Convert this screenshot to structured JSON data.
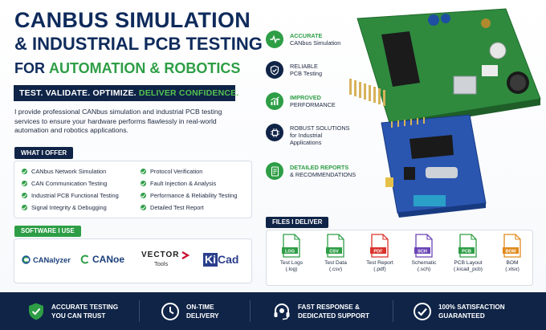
{
  "headline": {
    "line1": "CANBUS SIMULATION",
    "line2": "& INDUSTRIAL PCB TESTING",
    "line3_prefix": "FOR",
    "line3_accent": "AUTOMATION & ROBOTICS"
  },
  "banner": {
    "white": "TEST. VALIDATE. OPTIMIZE.",
    "green": "DELIVER CONFIDENCE."
  },
  "intro": "I provide professional CANbus simulation and industrial PCB testing services to ensure your hardware performs flawlessly in real-world automation and robotics applications.",
  "offer": {
    "title": "WHAT I OFFER",
    "left": [
      "CANbus Network Simulation",
      "CAN Communication Testing",
      "Industrial PCB Functional Testing",
      "Signal Integrity & Debugging"
    ],
    "right": [
      "Protocol Verification",
      "Fault Injection & Analysis",
      "Performance & Reliability Testing",
      "Detailed Test Report"
    ]
  },
  "software": {
    "title": "SOFTWARE I USE",
    "canalyzer": "CANalyzer",
    "canoe": "CANoe",
    "vector_name": "VECTOR",
    "vector_sub": "Tools",
    "kicad_k": "Ki",
    "kicad_rest": "Cad"
  },
  "features": [
    {
      "title": "ACCURATE",
      "sub": "CANbus Simulation",
      "icon": "pulse-icon"
    },
    {
      "title": "",
      "sub": "RELIABLE",
      "sub2": "PCB Testing",
      "icon": "shield-check-icon"
    },
    {
      "title": "IMPROVED",
      "sub": "PERFORMANCE",
      "icon": "chart-up-icon"
    },
    {
      "title": "",
      "sub": "ROBUST SOLUTIONS",
      "sub2": "for Industrial",
      "sub3": "Applications",
      "icon": "chip-icon"
    },
    {
      "title": "DETAILED REPORTS",
      "sub": "& RECOMMENDATIONS",
      "icon": "report-icon"
    }
  ],
  "files": {
    "title": "FILES I DELIVER",
    "items": [
      {
        "badge": "LOG",
        "name": "Test Logs",
        "ext": "(.log)",
        "color": "#2e9e46"
      },
      {
        "badge": "CSV",
        "name": "Test Data",
        "ext": "(.csv)",
        "color": "#2e9e46"
      },
      {
        "badge": "PDF",
        "name": "Test Report",
        "ext": "(.pdf)",
        "color": "#d9322b"
      },
      {
        "badge": "SCH",
        "name": "Schematic",
        "ext": "(.sch)",
        "color": "#6b45b5"
      },
      {
        "badge": "PCB",
        "name": "PCB Layout",
        "ext": "(.kicad_pcb)",
        "color": "#2e9e46"
      },
      {
        "badge": "BOM",
        "name": "BOM",
        "ext": "(.xlsx)",
        "color": "#e08a1c"
      }
    ]
  },
  "footer": [
    {
      "l1": "ACCURATE TESTING",
      "l2": "YOU CAN TRUST",
      "icon": "shield-check-icon"
    },
    {
      "l1": "ON-TIME",
      "l2": "DELIVERY",
      "icon": "clock-icon"
    },
    {
      "l1": "FAST RESPONSE &",
      "l2": "DEDICATED SUPPORT",
      "icon": "headset-icon"
    },
    {
      "l1": "100% SATISFACTION",
      "l2": "GUARANTEED",
      "icon": "check-circle-icon"
    }
  ],
  "colors": {
    "navy": "#0f2447",
    "green": "#2e9e46",
    "title_blue": "#0f2b5c"
  }
}
